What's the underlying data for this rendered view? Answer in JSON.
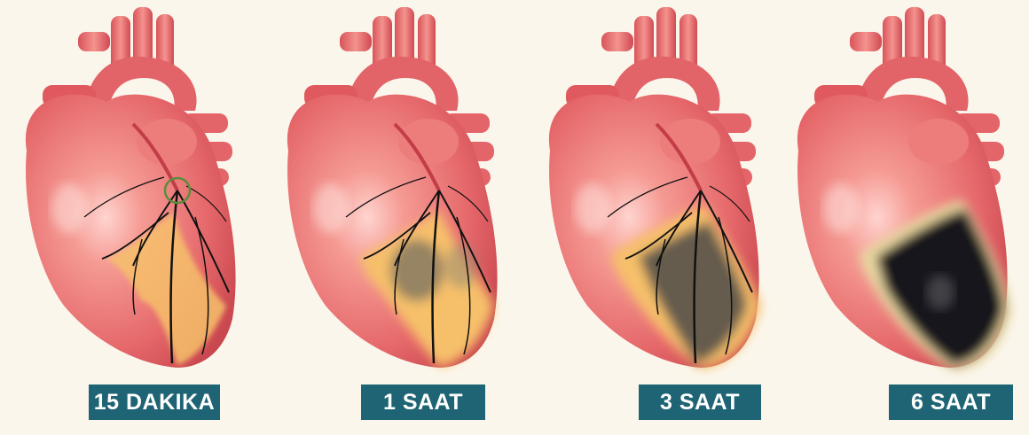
{
  "stages": [
    {
      "label": "15 DAKIKA"
    },
    {
      "label": "1 SAAT"
    },
    {
      "label": "3 SAAT"
    },
    {
      "label": "6 SAAT"
    }
  ],
  "colors": {
    "background": "#fbf6ec",
    "heart": "#e66a6a",
    "vessel": "#e0595e",
    "ischemia": "#f6c76a",
    "necrosis": "#1a1a22",
    "label_bg": "#1f6474",
    "label_text": "#ffffff"
  }
}
